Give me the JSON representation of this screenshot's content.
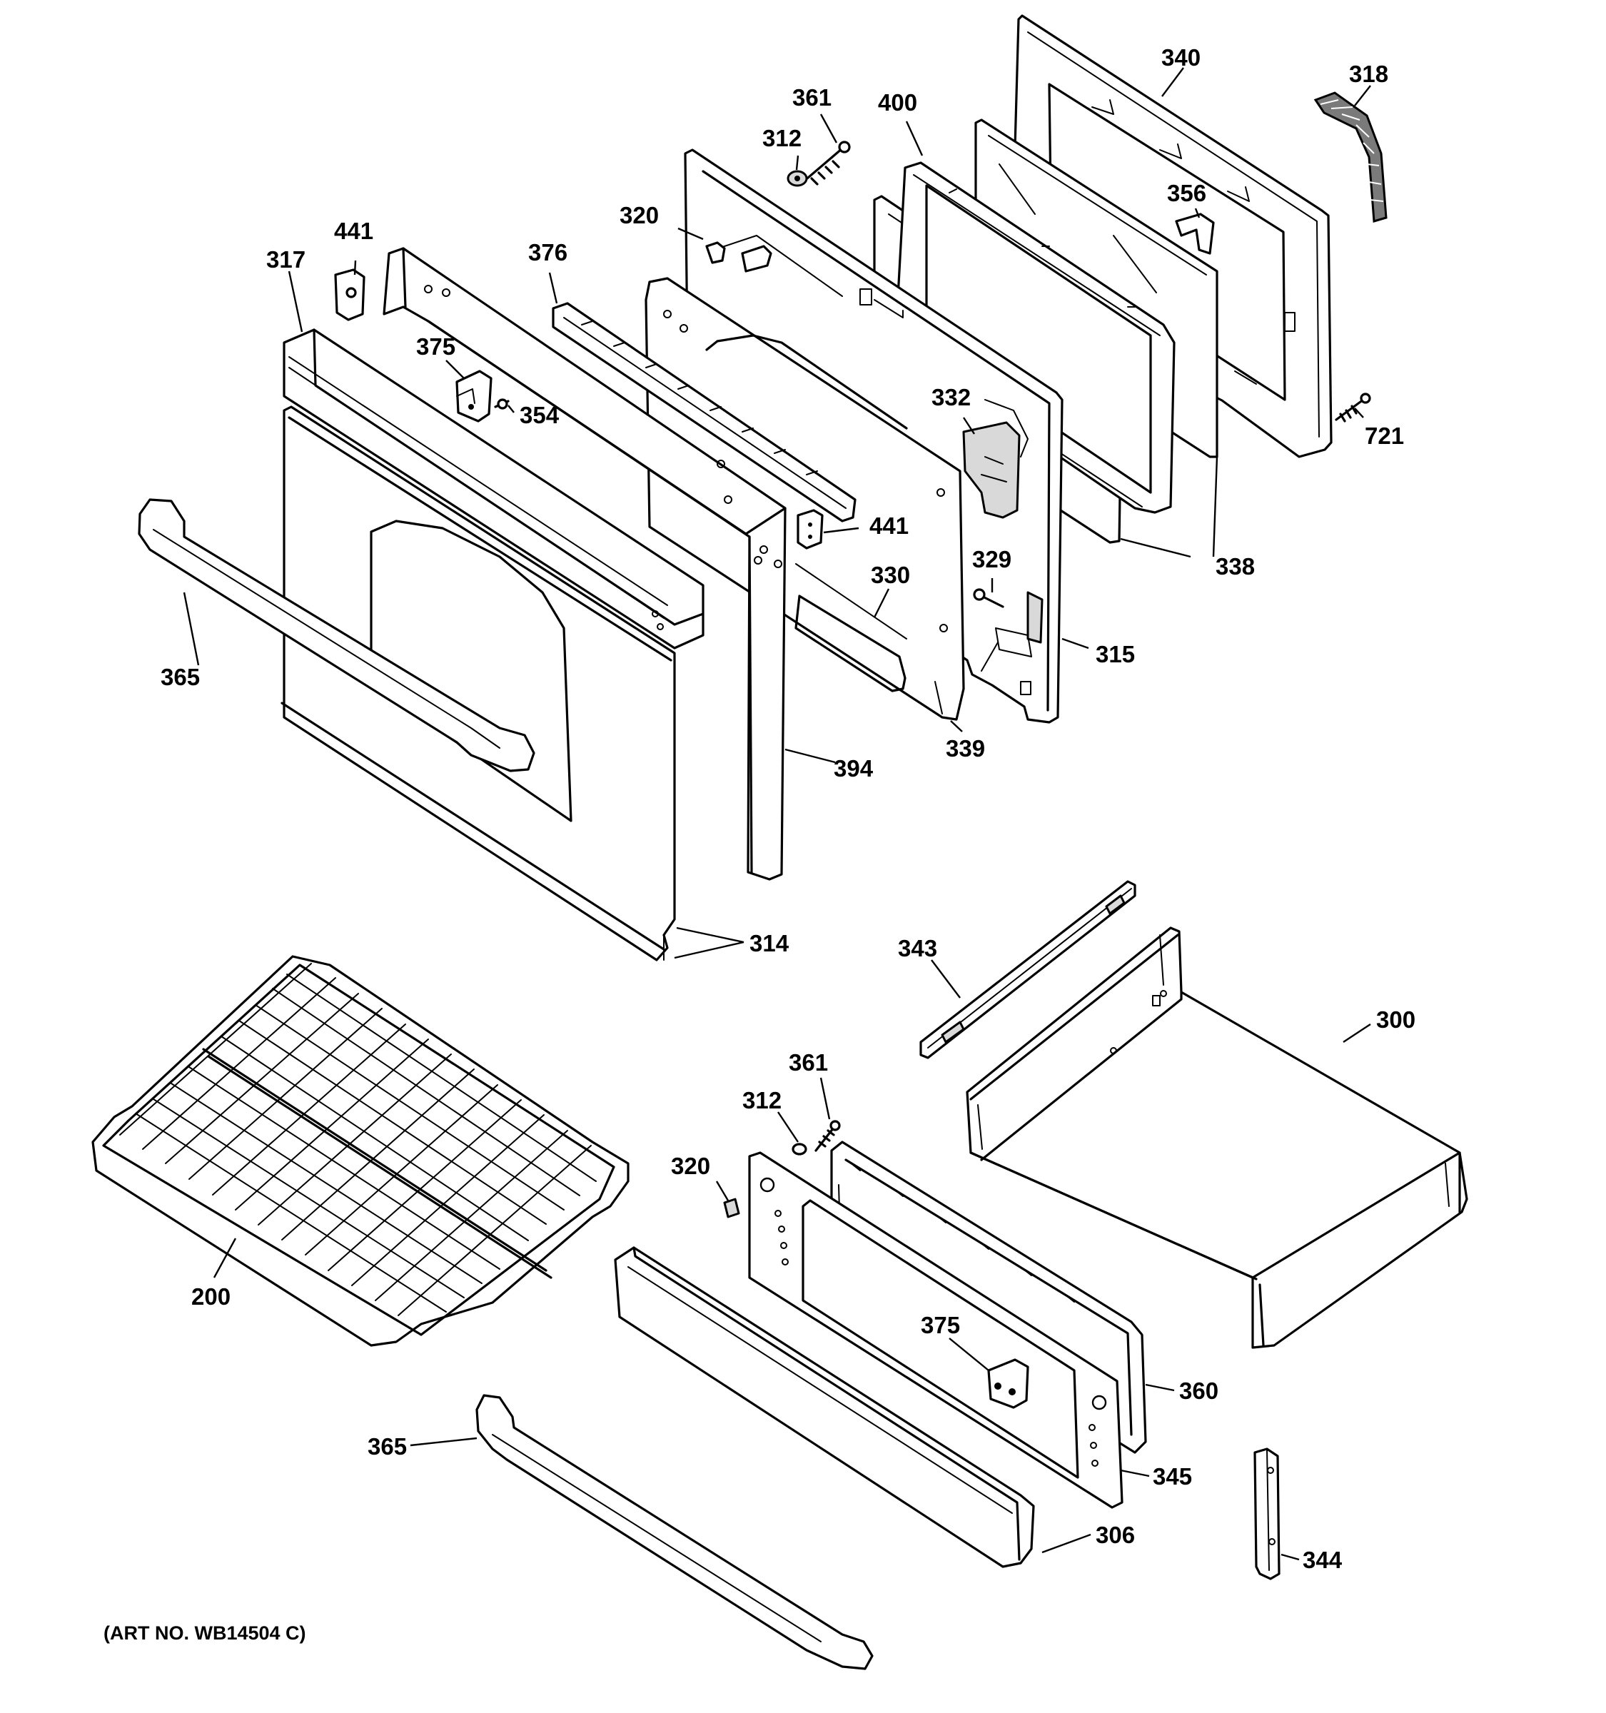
{
  "diagram": {
    "labels": {
      "p340": "340",
      "p318": "318",
      "p361_top": "361",
      "p400": "400",
      "p312_top": "312",
      "p356": "356",
      "p320_top": "320",
      "p441_top": "441",
      "p376": "376",
      "p317": "317",
      "p375_top": "375",
      "p354": "354",
      "p332": "332",
      "p721": "721",
      "p441_mid": "441",
      "p338": "338",
      "p329": "329",
      "p330": "330",
      "p365_top": "365",
      "p315": "315",
      "p339": "339",
      "p394": "394",
      "p314": "314",
      "p343": "343",
      "p300": "300",
      "p361_bottom": "361",
      "p312_bottom": "312",
      "p320_bottom": "320",
      "p200": "200",
      "p375_bottom": "375",
      "p360": "360",
      "p365_bottom": "365",
      "p345": "345",
      "p306": "306",
      "p344": "344"
    },
    "art_number": "(ART NO. WB14504 C)"
  }
}
